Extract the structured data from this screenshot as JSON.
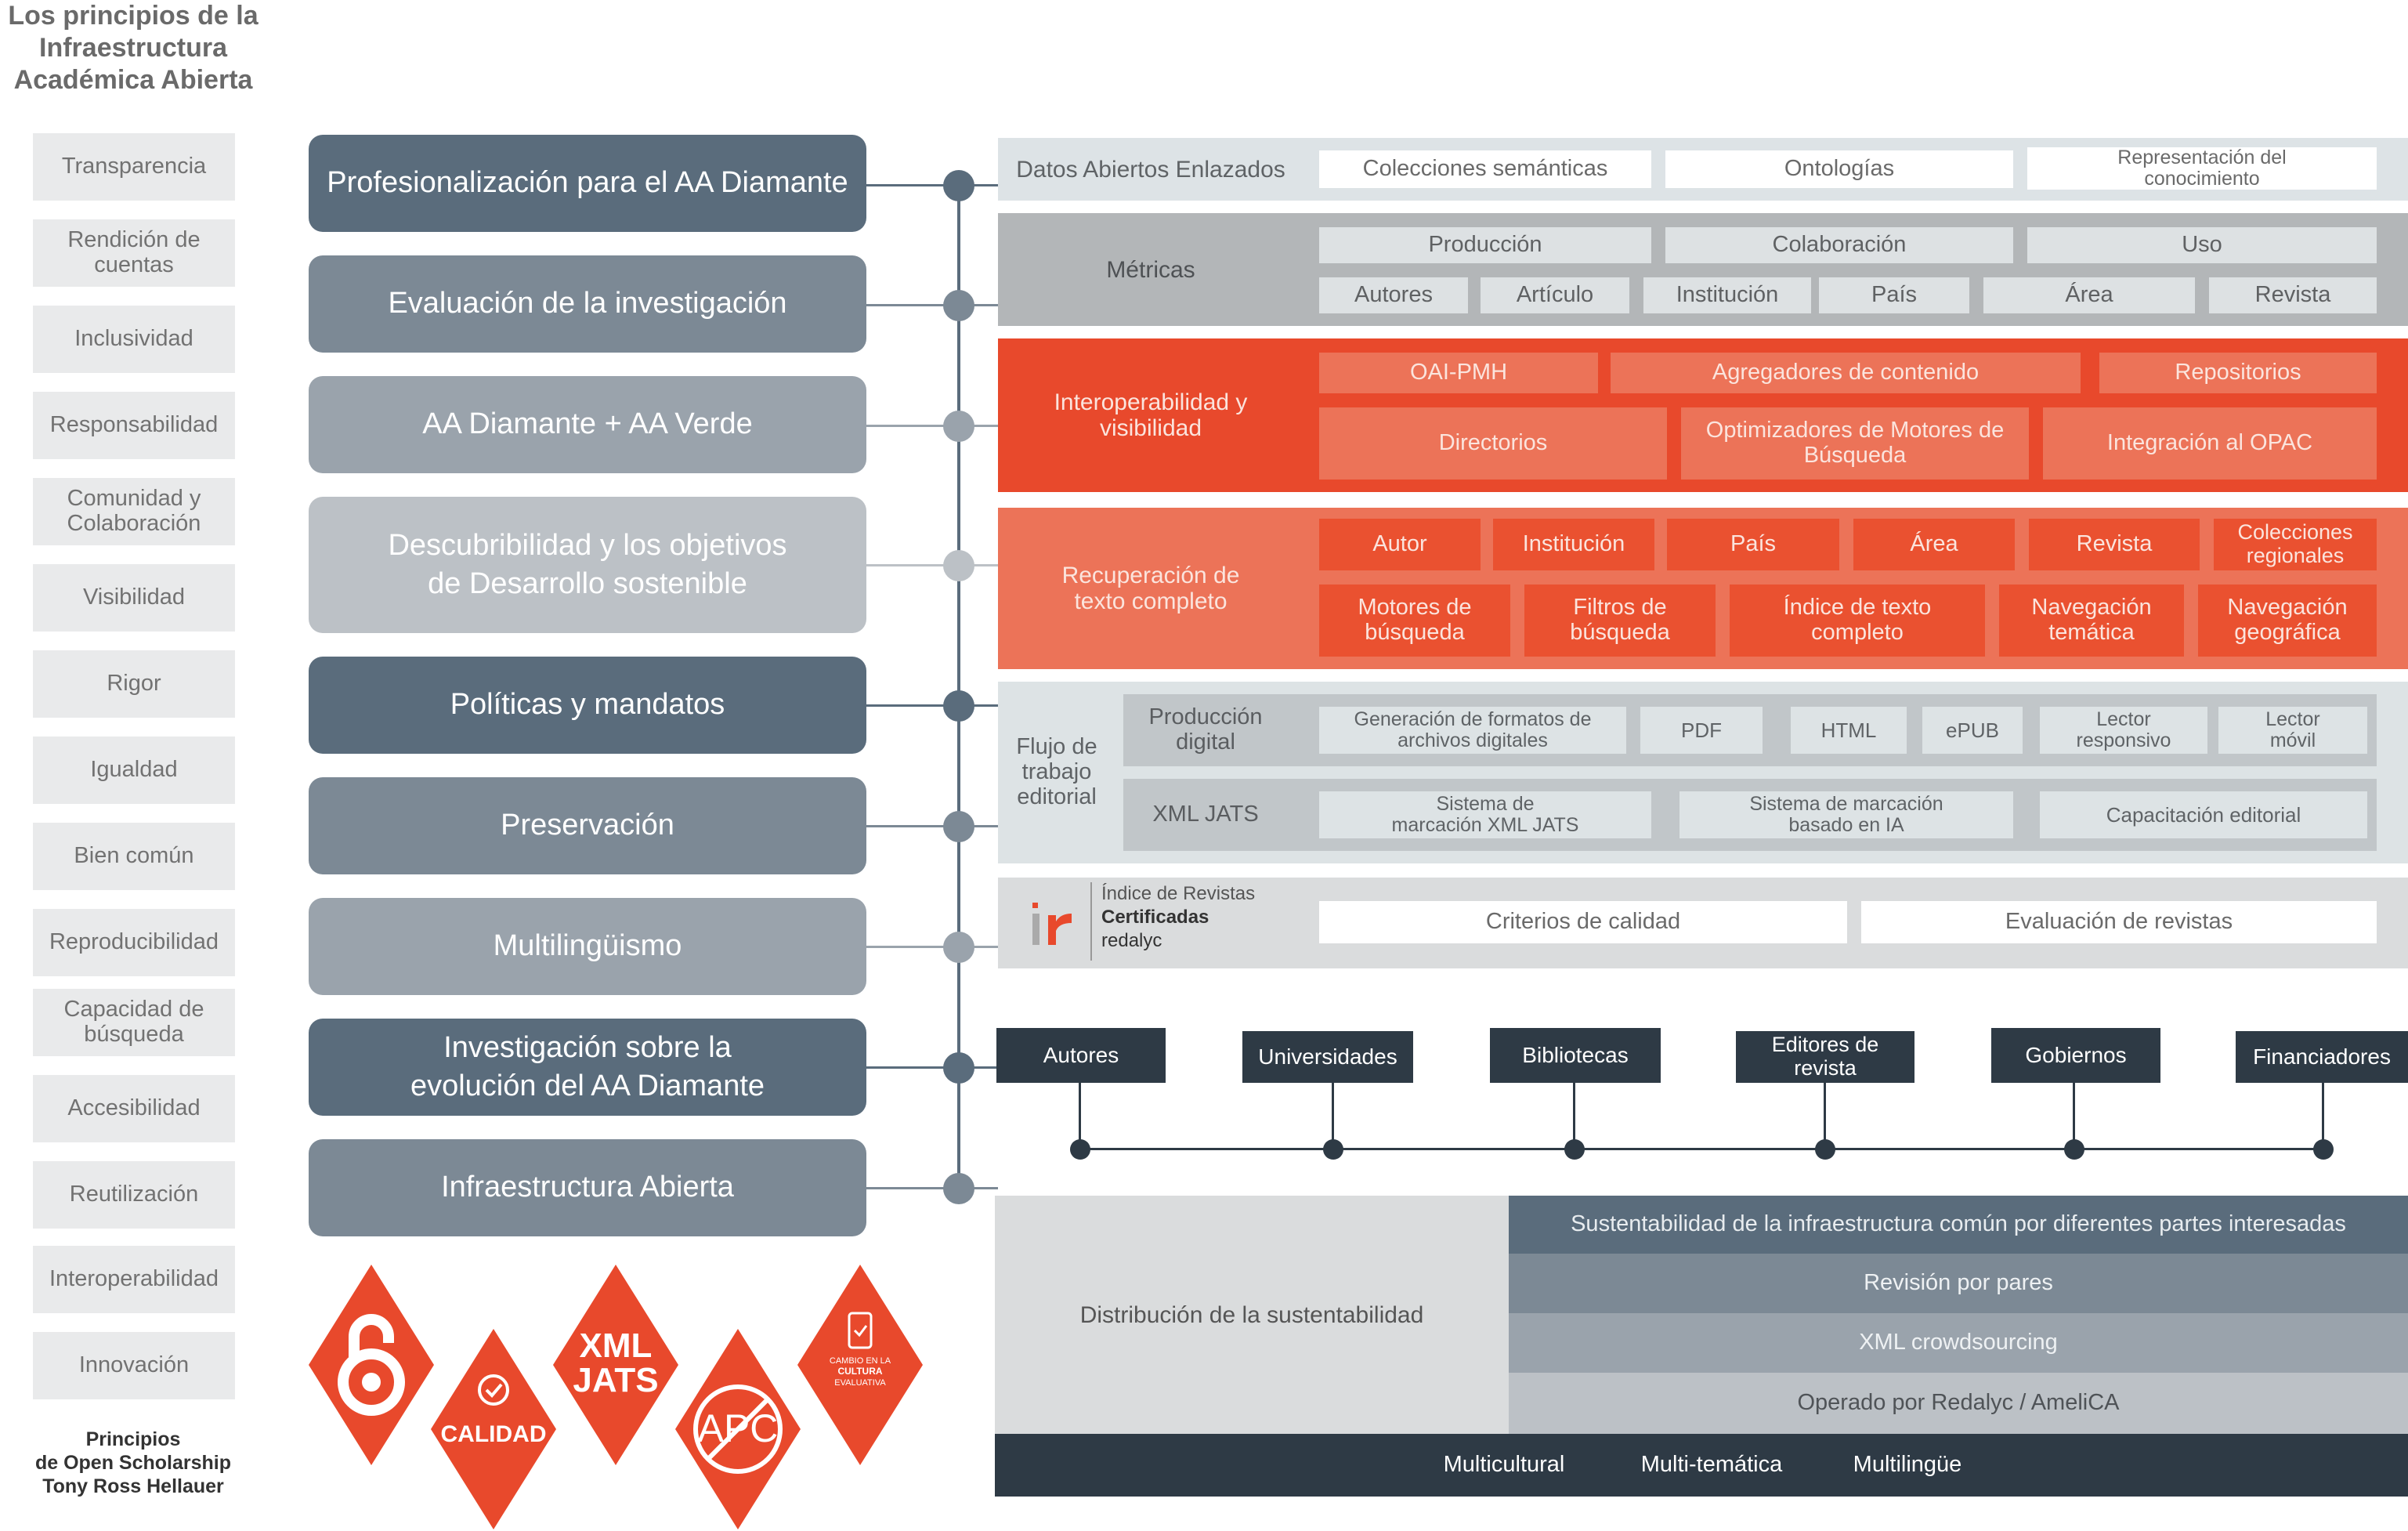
{
  "left": {
    "title": [
      "Los principios de la",
      "Infraestructura",
      "Académica Abierta"
    ],
    "principles": [
      "Transparencia",
      "Rendición de cuentas",
      "Inclusividad",
      "Responsabilidad",
      "Comunidad y Colaboración",
      "Visibilidad",
      "Rigor",
      "Igualdad",
      "Bien común",
      "Reproducibilidad",
      "Capacidad de búsqueda",
      "Accesibilidad",
      "Reutilización",
      "Interoperabilidad",
      "Innovación"
    ],
    "footer": [
      "Principios",
      "de Open Scholarship",
      "Tony Ross Hellauer"
    ]
  },
  "pillars": [
    {
      "label": "Profesionalización para el AA Diamante",
      "color": "#5a6c7c"
    },
    {
      "label": "Evaluación de la investigación",
      "color": "#7c8995"
    },
    {
      "label": "AA Diamante + AA Verde",
      "color": "#9aa3ac"
    },
    {
      "label": "Descubribilidad y los objetivos de Desarrollo sostenible",
      "color": "#bcc1c6"
    },
    {
      "label": "Políticas y mandatos",
      "color": "#5a6c7c"
    },
    {
      "label": "Preservación",
      "color": "#7c8995"
    },
    {
      "label": "Multilingüismo",
      "color": "#9aa3ac"
    },
    {
      "label": "Investigación sobre la evolución del AA Diamante",
      "color": "#5a6c7c"
    },
    {
      "label": "Infraestructura Abierta",
      "color": "#7c8995"
    }
  ],
  "badges": {
    "calidad": "CALIDAD",
    "xml": [
      "XML",
      "JATS"
    ],
    "apc": "APC",
    "cultura": [
      "CAMBIO EN LA",
      "CULTURA",
      "EVALUATIVA"
    ]
  },
  "lod": {
    "label": "Datos Abiertos Enlazados",
    "items": [
      "Colecciones semánticas",
      "Ontologías",
      "Representación del conocimiento"
    ]
  },
  "metricas": {
    "label": "Métricas",
    "row1": [
      "Producción",
      "Colaboración",
      "Uso"
    ],
    "row2": [
      "Autores",
      "Artículo",
      "Institución",
      "País",
      "Área",
      "Revista"
    ]
  },
  "interop": {
    "label": "Interoperabilidad y visibilidad",
    "row1": [
      "OAI-PMH",
      "Agregadores de contenido",
      "Repositorios"
    ],
    "row2": [
      "Directorios",
      "Optimizadores de Motores de Búsqueda",
      "Integración al OPAC"
    ]
  },
  "recuperacion": {
    "label": "Recuperación de texto completo",
    "row1": [
      "Autor",
      "Institución",
      "País",
      "Área",
      "Revista",
      "Colecciones regionales"
    ],
    "row2": [
      "Motores de búsqueda",
      "Filtros de búsqueda",
      "Índice de texto completo",
      "Navegación temática",
      "Navegación geográfica"
    ]
  },
  "flujo": {
    "label": "Flujo de trabajo editorial",
    "produccion": {
      "label": "Producción digital",
      "items": [
        "Generación de formatos de archivos digitales",
        "PDF",
        "HTML",
        "ePUB",
        "Lector responsivo",
        "Lector móvil"
      ]
    },
    "xml": {
      "label": "XML JATS",
      "items": [
        "Sistema de marcación XML JATS",
        "Sistema de marcación basado en IA",
        "Capacitación editorial"
      ]
    }
  },
  "indice": {
    "logo_lines": [
      "Índice de Revistas",
      "Certificadas",
      "redalyc"
    ],
    "items": [
      "Criterios de calidad",
      "Evaluación de revistas"
    ]
  },
  "stakeholders": [
    "Autores",
    "Universidades",
    "Bibliotecas",
    "Editores de revista",
    "Gobiernos",
    "Financiadores"
  ],
  "sostenibilidad": {
    "label": "Distribución de la sustentabilidad",
    "rows": [
      "Sustentabilidad de la infraestructura común  por diferentes partes interesadas",
      "Revisión por pares",
      "XML crowdsourcing",
      "Operado por Redalyc / AmeliCA"
    ],
    "bottom": [
      "Multicultural",
      "Multi-temática",
      "Multilingüe"
    ]
  },
  "colors": {
    "orange": "#e8492c",
    "orange_light": "#ec7358",
    "dark": "#2e3a45",
    "slate": "#5a6c7c"
  }
}
